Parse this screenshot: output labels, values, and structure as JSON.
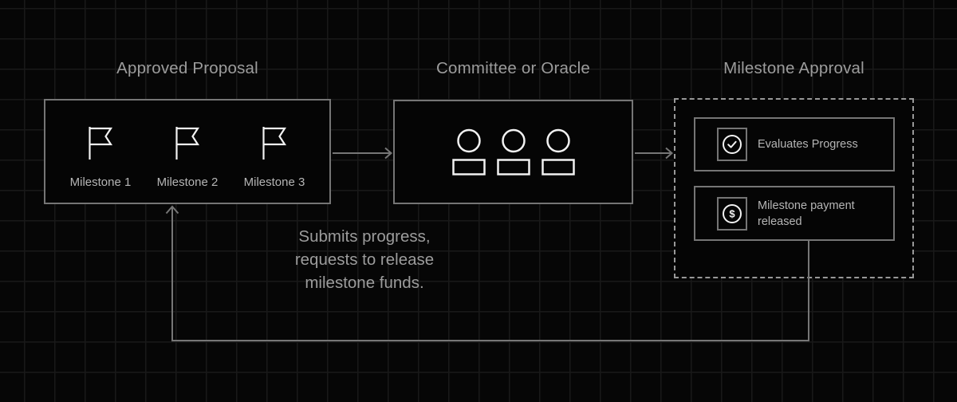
{
  "sections": {
    "proposal": {
      "title": "Approved Proposal"
    },
    "committee": {
      "title": "Committee or Oracle"
    },
    "approval": {
      "title": "Milestone Approval"
    }
  },
  "proposal": {
    "milestones": [
      {
        "icon": "flag-icon",
        "label": "Milestone 1"
      },
      {
        "icon": "flag-icon",
        "label": "Milestone 2"
      },
      {
        "icon": "flag-icon",
        "label": "Milestone 3"
      }
    ]
  },
  "committee": {
    "members": [
      {
        "icon": "person-icon"
      },
      {
        "icon": "person-icon"
      },
      {
        "icon": "person-icon"
      }
    ]
  },
  "approval": {
    "items": [
      {
        "icon": "check-circle-icon",
        "label": "Evaluates Progress"
      },
      {
        "icon": "dollar-circle-icon",
        "label": "Milestone payment released"
      }
    ]
  },
  "annotations": {
    "feedback_note": "Submits progress,\nrequests to release\nmilestone funds."
  },
  "colors": {
    "background": "#060606",
    "grid_line": "#191919",
    "box_fill": "#050505",
    "box_border": "#757575",
    "dashed_border": "#989898",
    "arrow": "#767676",
    "title_text": "#9c9c9c",
    "label_text": "#b5b5b5",
    "icon": "#f2f2f2"
  }
}
